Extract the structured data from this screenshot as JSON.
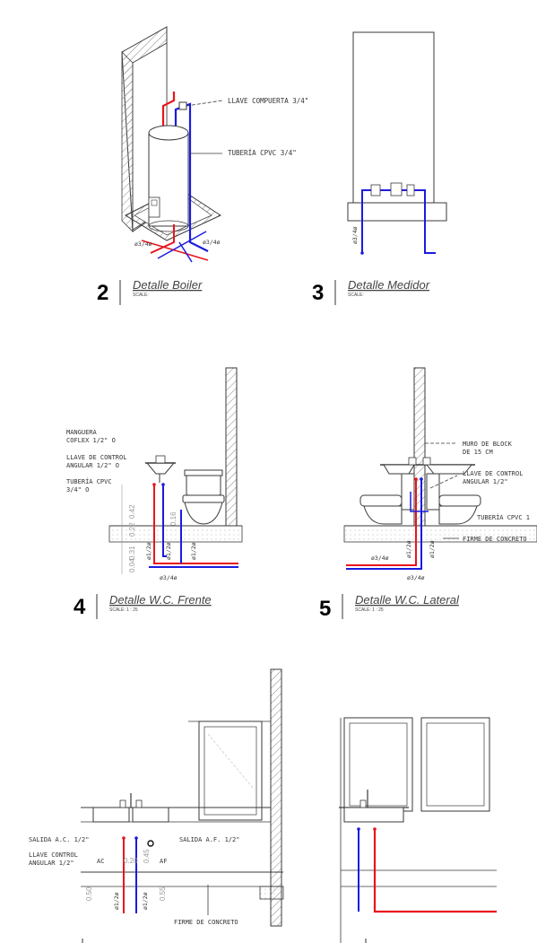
{
  "colors": {
    "hot": "#e8141c",
    "cold": "#1b1be0",
    "line": "#3a3a3a",
    "hatch": "#8a8a8a",
    "dim": "#9a9a9a"
  },
  "details": {
    "boiler": {
      "number": "2",
      "title": "Detalle Boiler",
      "scale": "SCALE:",
      "labels": {
        "valve": "LLAVE COMPUERTA 3/4\"",
        "pipe": "TUBERÍA CPVC 3/4\"",
        "dia_left": "ø3/4ø",
        "dia_right": "ø3/4ø"
      }
    },
    "medidor": {
      "number": "3",
      "title": "Detalle Medidor",
      "scale": "SCALE:",
      "labels": {
        "dia": "ø3/4ø"
      }
    },
    "wc_frente": {
      "number": "4",
      "title": "Detalle W.C. Frente",
      "scale": "SCALE: 1 : 25",
      "labels": {
        "hose_1": "MANGUERA",
        "hose_2": "COFLEX 1/2\" O",
        "ctrl_1": "LLAVE DE CONTROL",
        "ctrl_2": "ANGULAR 1/2\" O",
        "pipe_1": "TUBERÍA CPVC",
        "pipe_2": "3/4\" O",
        "d1": "ø1/2ø",
        "d2": "ø1/2ø",
        "d3": "ø1/2ø",
        "d4": "ø3/4ø",
        "dim_042": "0.42",
        "dim_022": "0.22",
        "dim_016": "0.16",
        "dim_031": "0.31",
        "dim_004": "0.04"
      }
    },
    "wc_lateral": {
      "number": "5",
      "title": "Detalle W.C. Lateral",
      "scale": "SCALE: 1 : 25",
      "labels": {
        "wall_1": "MURO DE BLOCK",
        "wall_2": "DE 15 CM",
        "ctrl_1": "LLAVE DE CONTROL",
        "ctrl_2": "ANGULAR 1/2\"",
        "pipe": "TUBERÍA CPVC 1",
        "floor": "FIRME DE CONCRETO",
        "d1": "ø1/2ø",
        "d2": "ø1/2ø",
        "d3": "ø3/4ø",
        "d4": "ø3/4ø"
      }
    },
    "lavabo": {
      "labels": {
        "salida_ac": "SALIDA A.C. 1/2\"",
        "salida_af": "SALIDA A.F. 1/2\"",
        "ctrl_1": "LLAVE CONTROL",
        "ctrl_2": "ANGULAR 1/2\"",
        "ac": "AC",
        "af": "AF",
        "d1": "ø1/2ø",
        "d2": "ø1/2ø",
        "dim_020": "0.20",
        "dim_045": "0.45",
        "dim_055": "0.55",
        "dim_050": "0.50",
        "floor": "FIRME DE CONCRETO"
      }
    }
  }
}
